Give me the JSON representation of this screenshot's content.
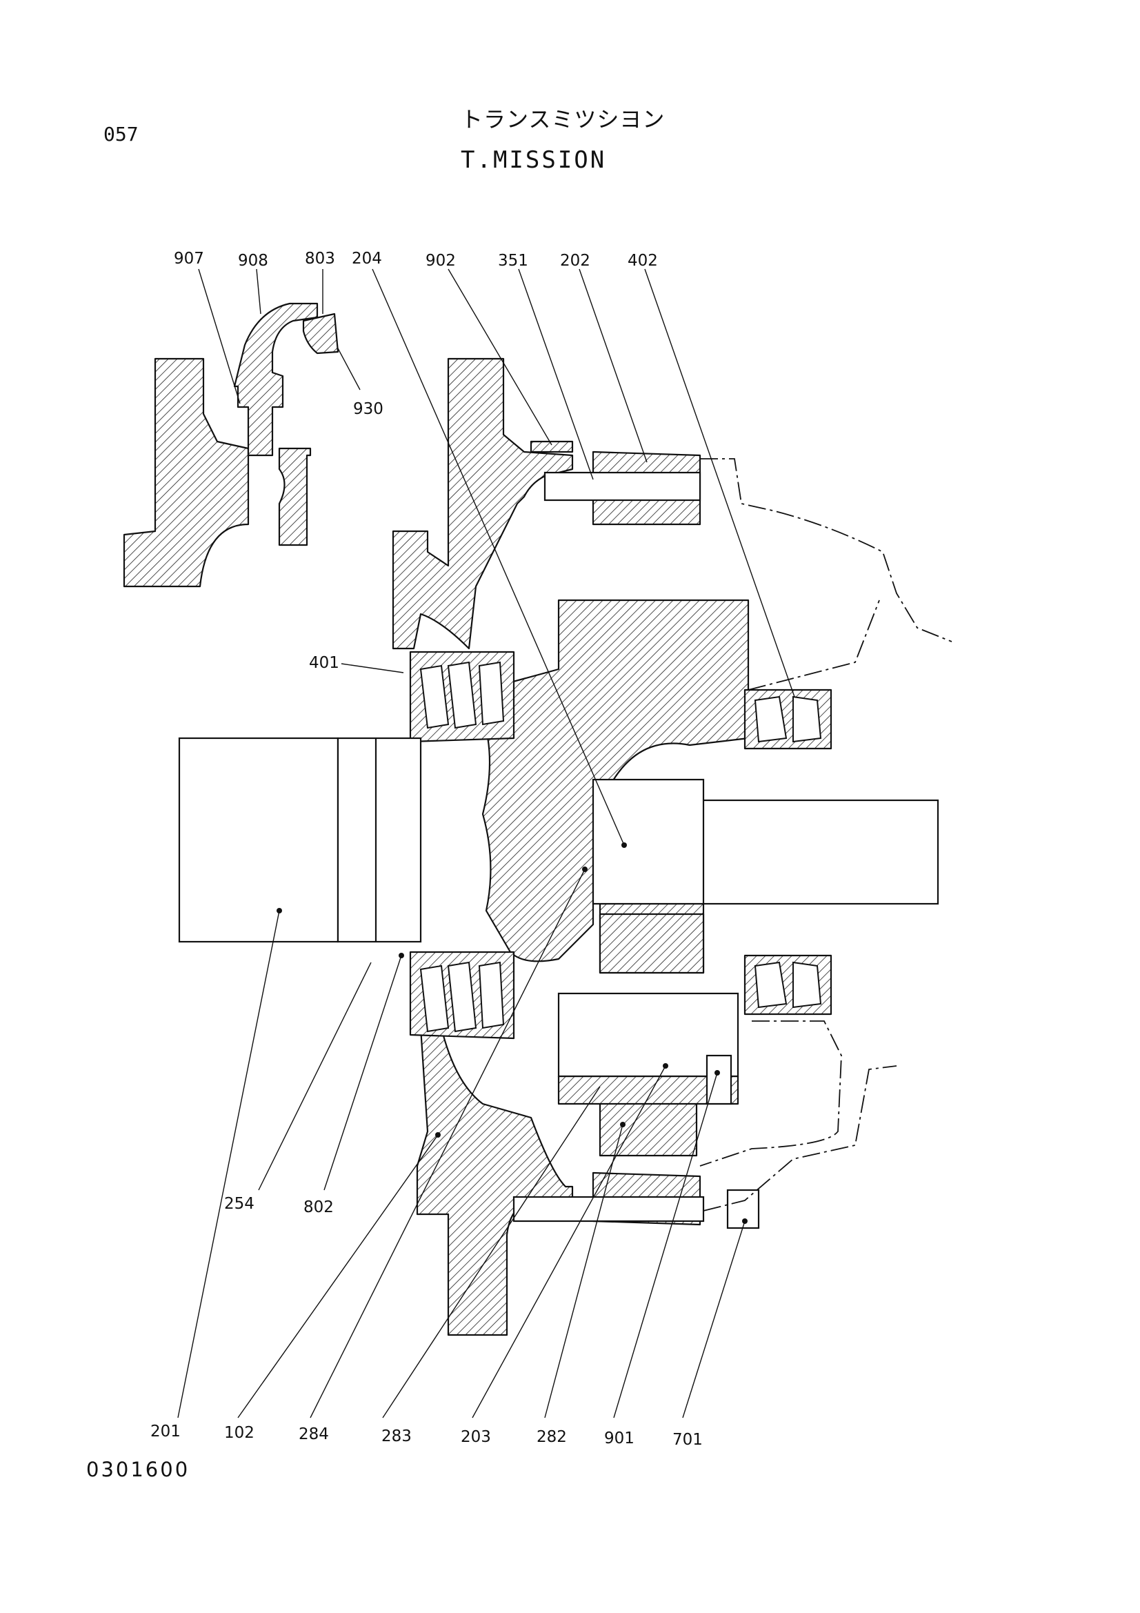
{
  "header": {
    "page_number": "057",
    "title_jp": "トランスミツシヨン",
    "title_en": "T.MISSION"
  },
  "footer": {
    "drawing_number": "0301600"
  },
  "part_labels": {
    "p907": "907",
    "p908": "908",
    "p803": "803",
    "p930": "930",
    "p204": "204",
    "p902": "902",
    "p351": "351",
    "p202": "202",
    "p402": "402",
    "p401": "401",
    "p254": "254",
    "p802": "802",
    "p201": "201",
    "p102": "102",
    "p284": "284",
    "p283": "283",
    "p203": "203",
    "p282": "282",
    "p901": "901",
    "p701": "701"
  }
}
